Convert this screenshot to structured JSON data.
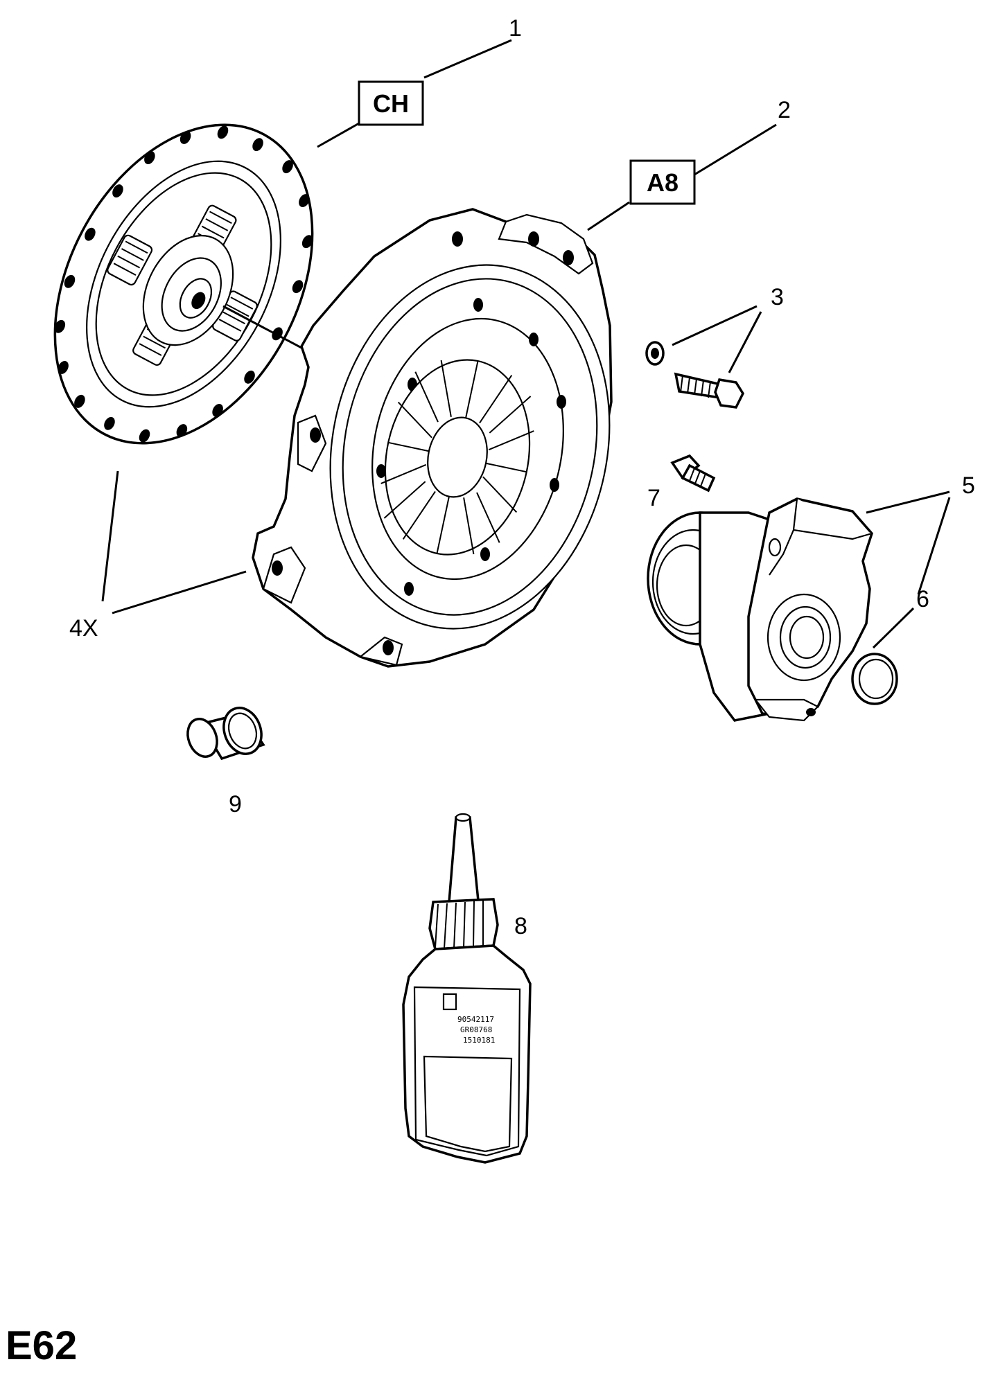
{
  "callouts": {
    "c1": "1",
    "c2": "2",
    "c3": "3",
    "c4": "4X",
    "c5": "5",
    "c6": "6",
    "c7": "7",
    "c8": "8",
    "c9": "9"
  },
  "boxes": {
    "ch": "CH",
    "a8": "A8"
  },
  "bottle_label": {
    "line1": "90542117",
    "line2": "GR08768",
    "line3": "1510181"
  },
  "page_code": "E62"
}
